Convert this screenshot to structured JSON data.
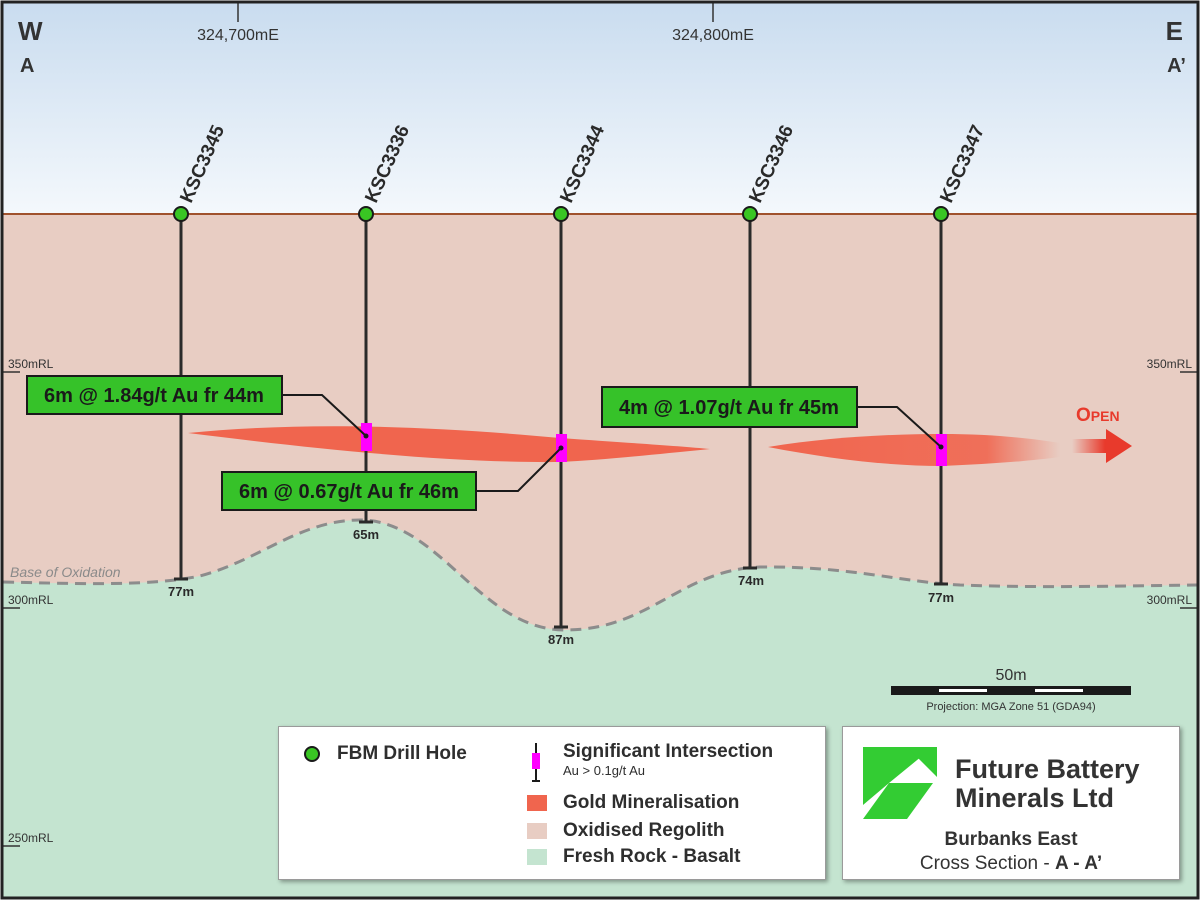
{
  "orientation": {
    "west_dir": "W",
    "west_label": "A",
    "east_dir": "E",
    "east_label": "A’"
  },
  "eastings": [
    "324,700mE",
    "324,800mE"
  ],
  "rl_labels": {
    "rl350": "350mRL",
    "rl300": "300mRL",
    "rl250": "250mRL"
  },
  "base_of_oxidation_label": "Base of Oxidation",
  "drill_holes": [
    {
      "id": "KSC3345",
      "depth": "77m"
    },
    {
      "id": "KSC3336",
      "depth": "65m"
    },
    {
      "id": "KSC3344",
      "depth": "87m"
    },
    {
      "id": "KSC3346",
      "depth": "74m"
    },
    {
      "id": "KSC3347",
      "depth": "77m"
    }
  ],
  "intercepts": [
    "6m @ 1.84g/t Au fr 44m",
    "6m @ 0.67g/t Au fr 46m",
    "4m @ 1.07g/t Au fr 45m"
  ],
  "open_label": {
    "first": "O",
    "rest": "PEN"
  },
  "scale_bar": {
    "label": "50m",
    "projection": "Projection: MGA Zone 51 (GDA94)"
  },
  "legend": {
    "drill_hole": "FBM Drill Hole",
    "intersection": "Significant Intersection",
    "intersection_sub": "Au > 0.1g/t Au",
    "gold": "Gold Mineralisation",
    "regolith": "Oxidised Regolith",
    "fresh_rock": "Fresh Rock - Basalt"
  },
  "company": {
    "line1": "Future Battery",
    "line2": "Minerals Ltd"
  },
  "section": {
    "name": "Burbanks East",
    "subtitle_prefix": "Cross Section - ",
    "subtitle_bold": "A - A’"
  },
  "colors": {
    "sky": "#dde9f5",
    "regolith": "#e8cdc3",
    "fresh_rock": "#c4e4d0",
    "gold": "#f0654e",
    "intersection": "#ff00ff",
    "drill_hole": "#39c623",
    "label_bg": "#36c229",
    "ground_line": "#a0522d",
    "logo_green": "#33cc33"
  }
}
